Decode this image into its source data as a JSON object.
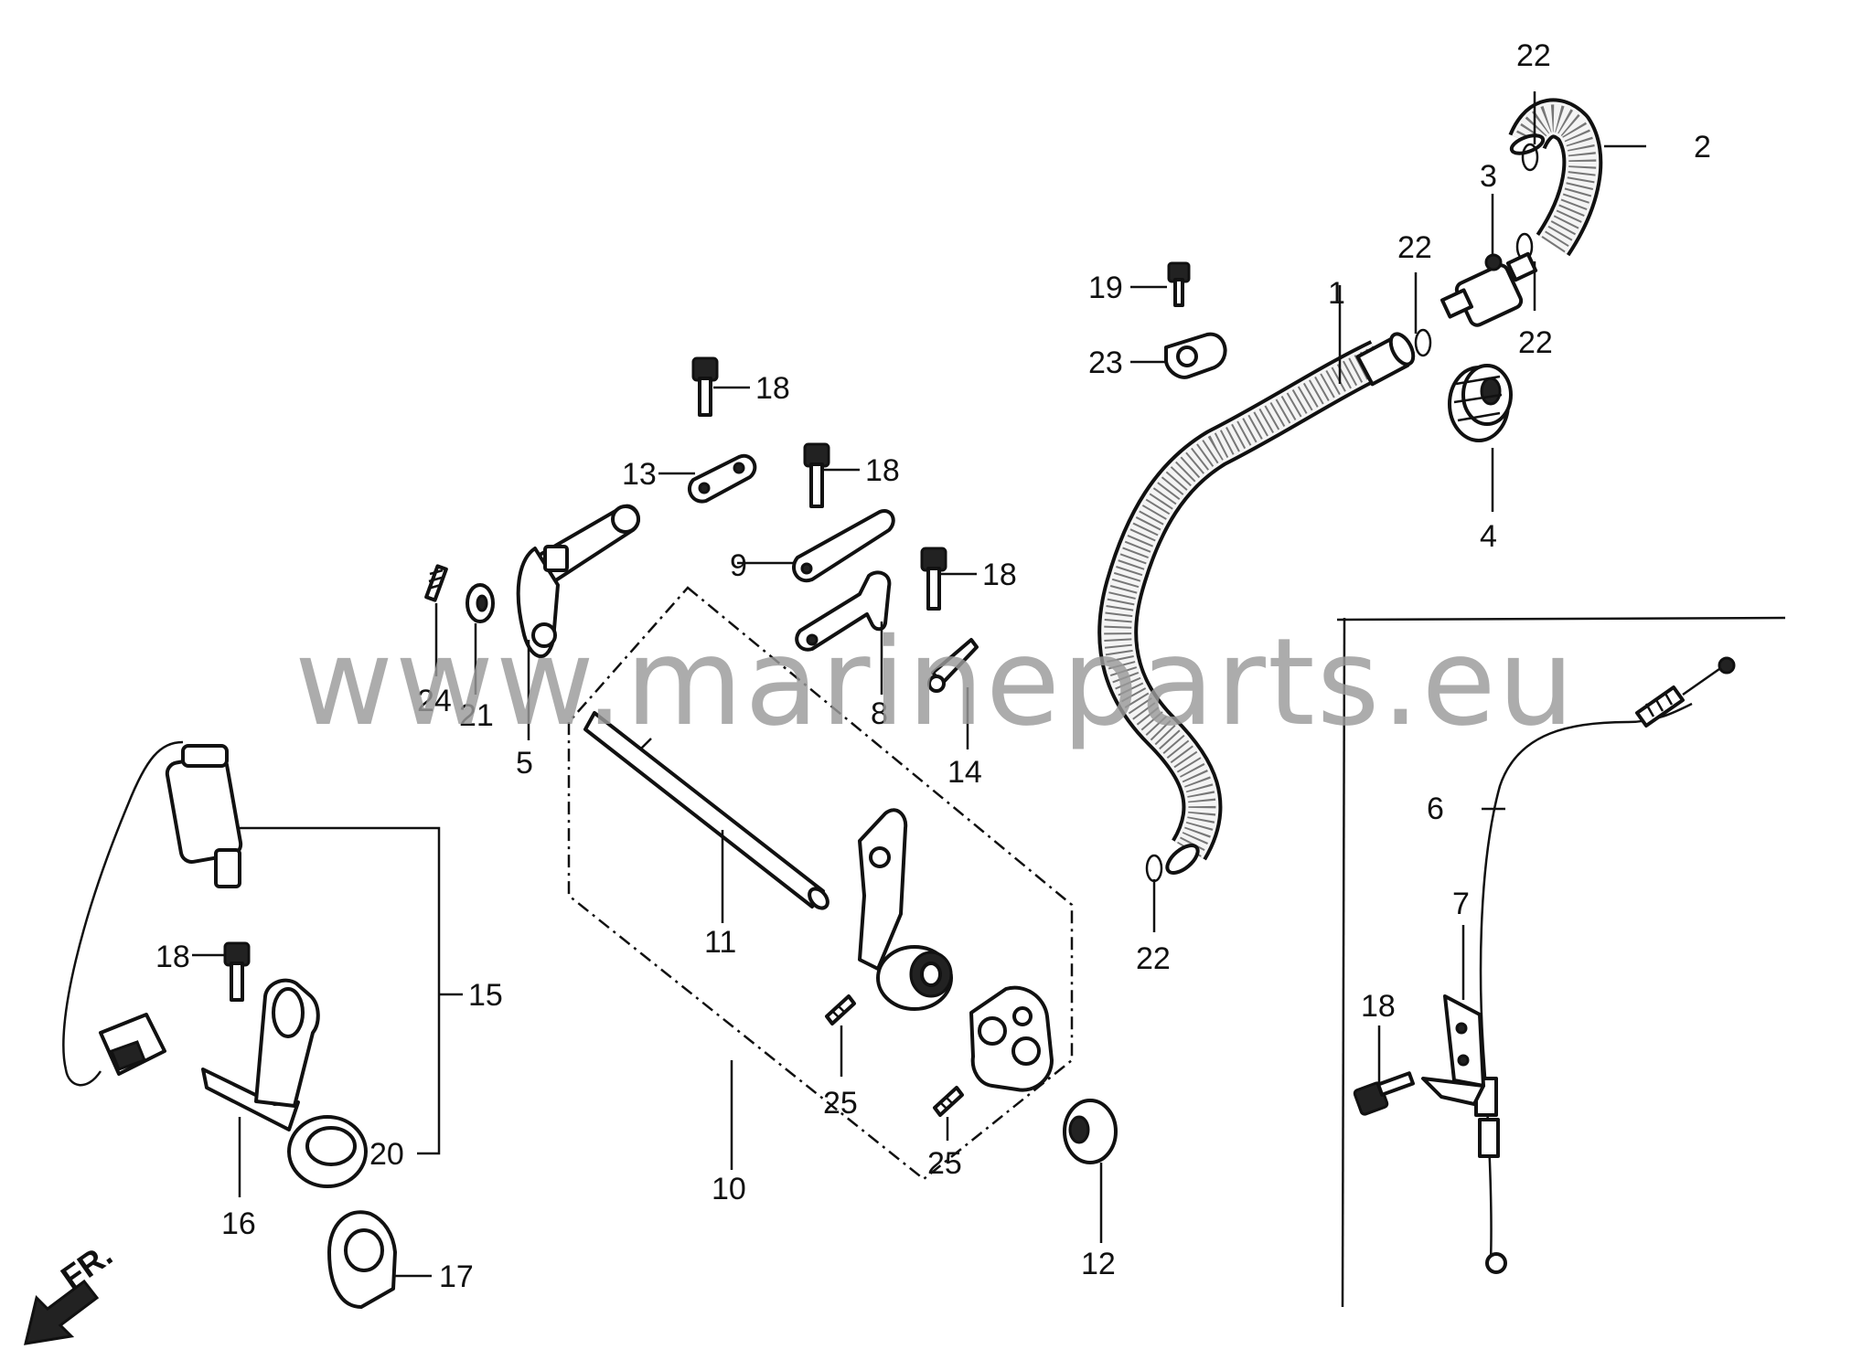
{
  "watermark": "www.marineparts.eu",
  "direction_marker": "FR.",
  "callouts": [
    "1",
    "2",
    "3",
    "4",
    "5",
    "6",
    "7",
    "8",
    "9",
    "10",
    "11",
    "12",
    "13",
    "14",
    "15",
    "16",
    "17",
    "18",
    "19",
    "20",
    "21",
    "22",
    "23",
    "24",
    "25"
  ]
}
